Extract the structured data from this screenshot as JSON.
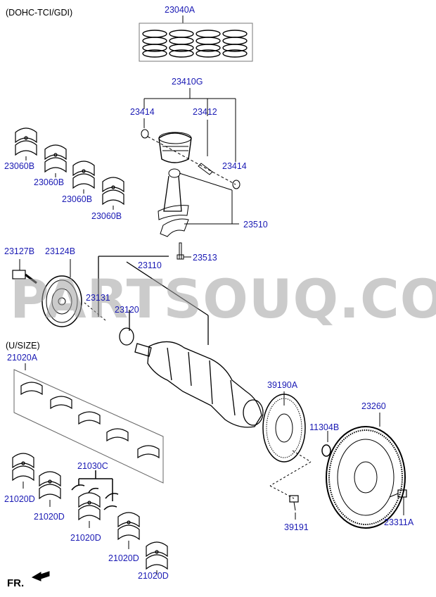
{
  "header": {
    "engine": "(DOHC-TCI/GDI)",
    "undersize": "(U/SIZE)",
    "front": "FR."
  },
  "watermark": "PARTSOUQ.COM",
  "parts": {
    "p23040A": "23040A",
    "p23410G": "23410G",
    "p23414a": "23414",
    "p23412": "23412",
    "p23414b": "23414",
    "p23060B_1": "23060B",
    "p23060B_2": "23060B",
    "p23060B_3": "23060B",
    "p23060B_4": "23060B",
    "p23510": "23510",
    "p23127B": "23127B",
    "p23124B": "23124B",
    "p23513": "23513",
    "p23110": "23110",
    "p23131": "23131",
    "p23120": "23120",
    "p21020A": "21020A",
    "p39190A": "39190A",
    "p23260": "23260",
    "p11304B": "11304B",
    "p21030C": "21030C",
    "p21020D_1": "21020D",
    "p21020D_2": "21020D",
    "p21020D_3": "21020D",
    "p21020D_4": "21020D",
    "p21020D_5": "21020D",
    "p39191": "39191",
    "p23311A": "23311A"
  }
}
